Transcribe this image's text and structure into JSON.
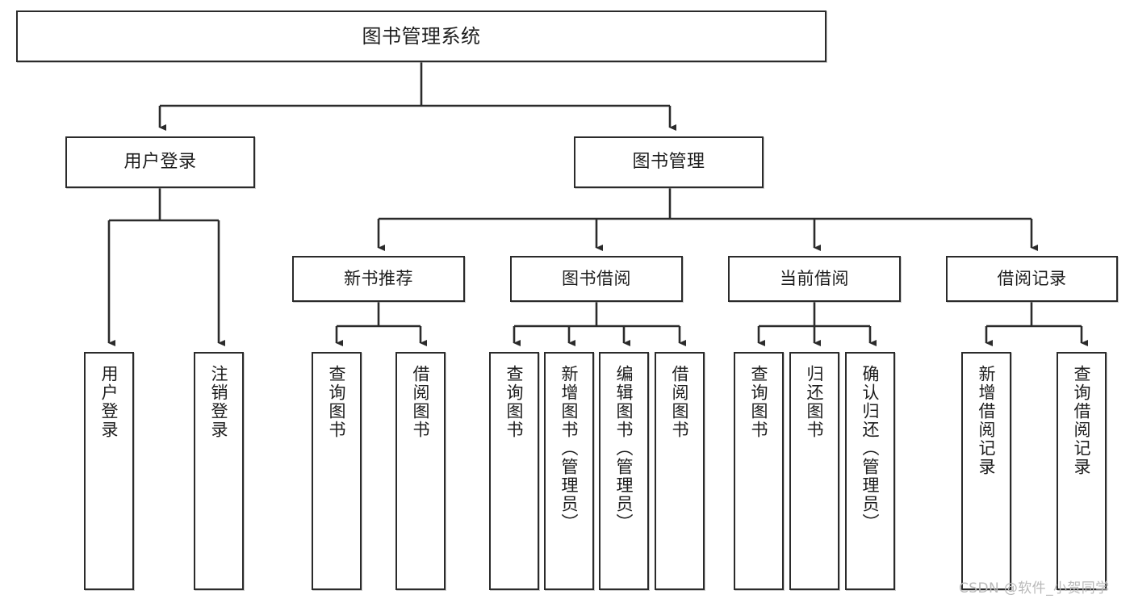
{
  "diagram": {
    "title": "图书管理系统",
    "type": "tree",
    "root": {
      "id": "root",
      "label": "图书管理系统"
    },
    "level2": [
      {
        "id": "user-login",
        "label": "用户登录"
      },
      {
        "id": "book-management",
        "label": "图书管理"
      }
    ],
    "level3": [
      {
        "id": "new-book-recommend",
        "label": "新书推荐",
        "parent": "book-management"
      },
      {
        "id": "book-borrow",
        "label": "图书借阅",
        "parent": "book-management"
      },
      {
        "id": "current-borrow",
        "label": "当前借阅",
        "parent": "book-management"
      },
      {
        "id": "borrow-record",
        "label": "借阅记录",
        "parent": "book-management"
      }
    ],
    "leaves": [
      {
        "id": "leaf-user-login",
        "label": "用户登录",
        "parent": "user-login"
      },
      {
        "id": "leaf-user-logout",
        "label": "注销登录",
        "parent": "user-login"
      },
      {
        "id": "leaf-query-book-1",
        "label": "查询图书",
        "parent": "new-book-recommend"
      },
      {
        "id": "leaf-borrow-book-1",
        "label": "借阅图书",
        "parent": "new-book-recommend"
      },
      {
        "id": "leaf-query-book-2",
        "label": "查询图书",
        "parent": "book-borrow"
      },
      {
        "id": "leaf-add-book",
        "label": "新增图书（管理员）",
        "parent": "book-borrow"
      },
      {
        "id": "leaf-edit-book",
        "label": "编辑图书（管理员）",
        "parent": "book-borrow"
      },
      {
        "id": "leaf-borrow-book-2",
        "label": "借阅图书",
        "parent": "book-borrow"
      },
      {
        "id": "leaf-query-book-3",
        "label": "查询图书",
        "parent": "current-borrow"
      },
      {
        "id": "leaf-return-book",
        "label": "归还图书",
        "parent": "current-borrow"
      },
      {
        "id": "leaf-confirm-return",
        "label": "确认归还（管理员）",
        "parent": "current-borrow"
      },
      {
        "id": "leaf-add-record",
        "label": "新增借阅记录",
        "parent": "borrow-record"
      },
      {
        "id": "leaf-query-record",
        "label": "查询借阅记录",
        "parent": "borrow-record"
      }
    ]
  },
  "watermark": {
    "text": "CSDN @软件_小贺同学"
  },
  "colors": {
    "stroke": "#2b2b2b",
    "background": "#ffffff",
    "text": "#1d1d1d",
    "watermark": "#b9b9b9"
  }
}
